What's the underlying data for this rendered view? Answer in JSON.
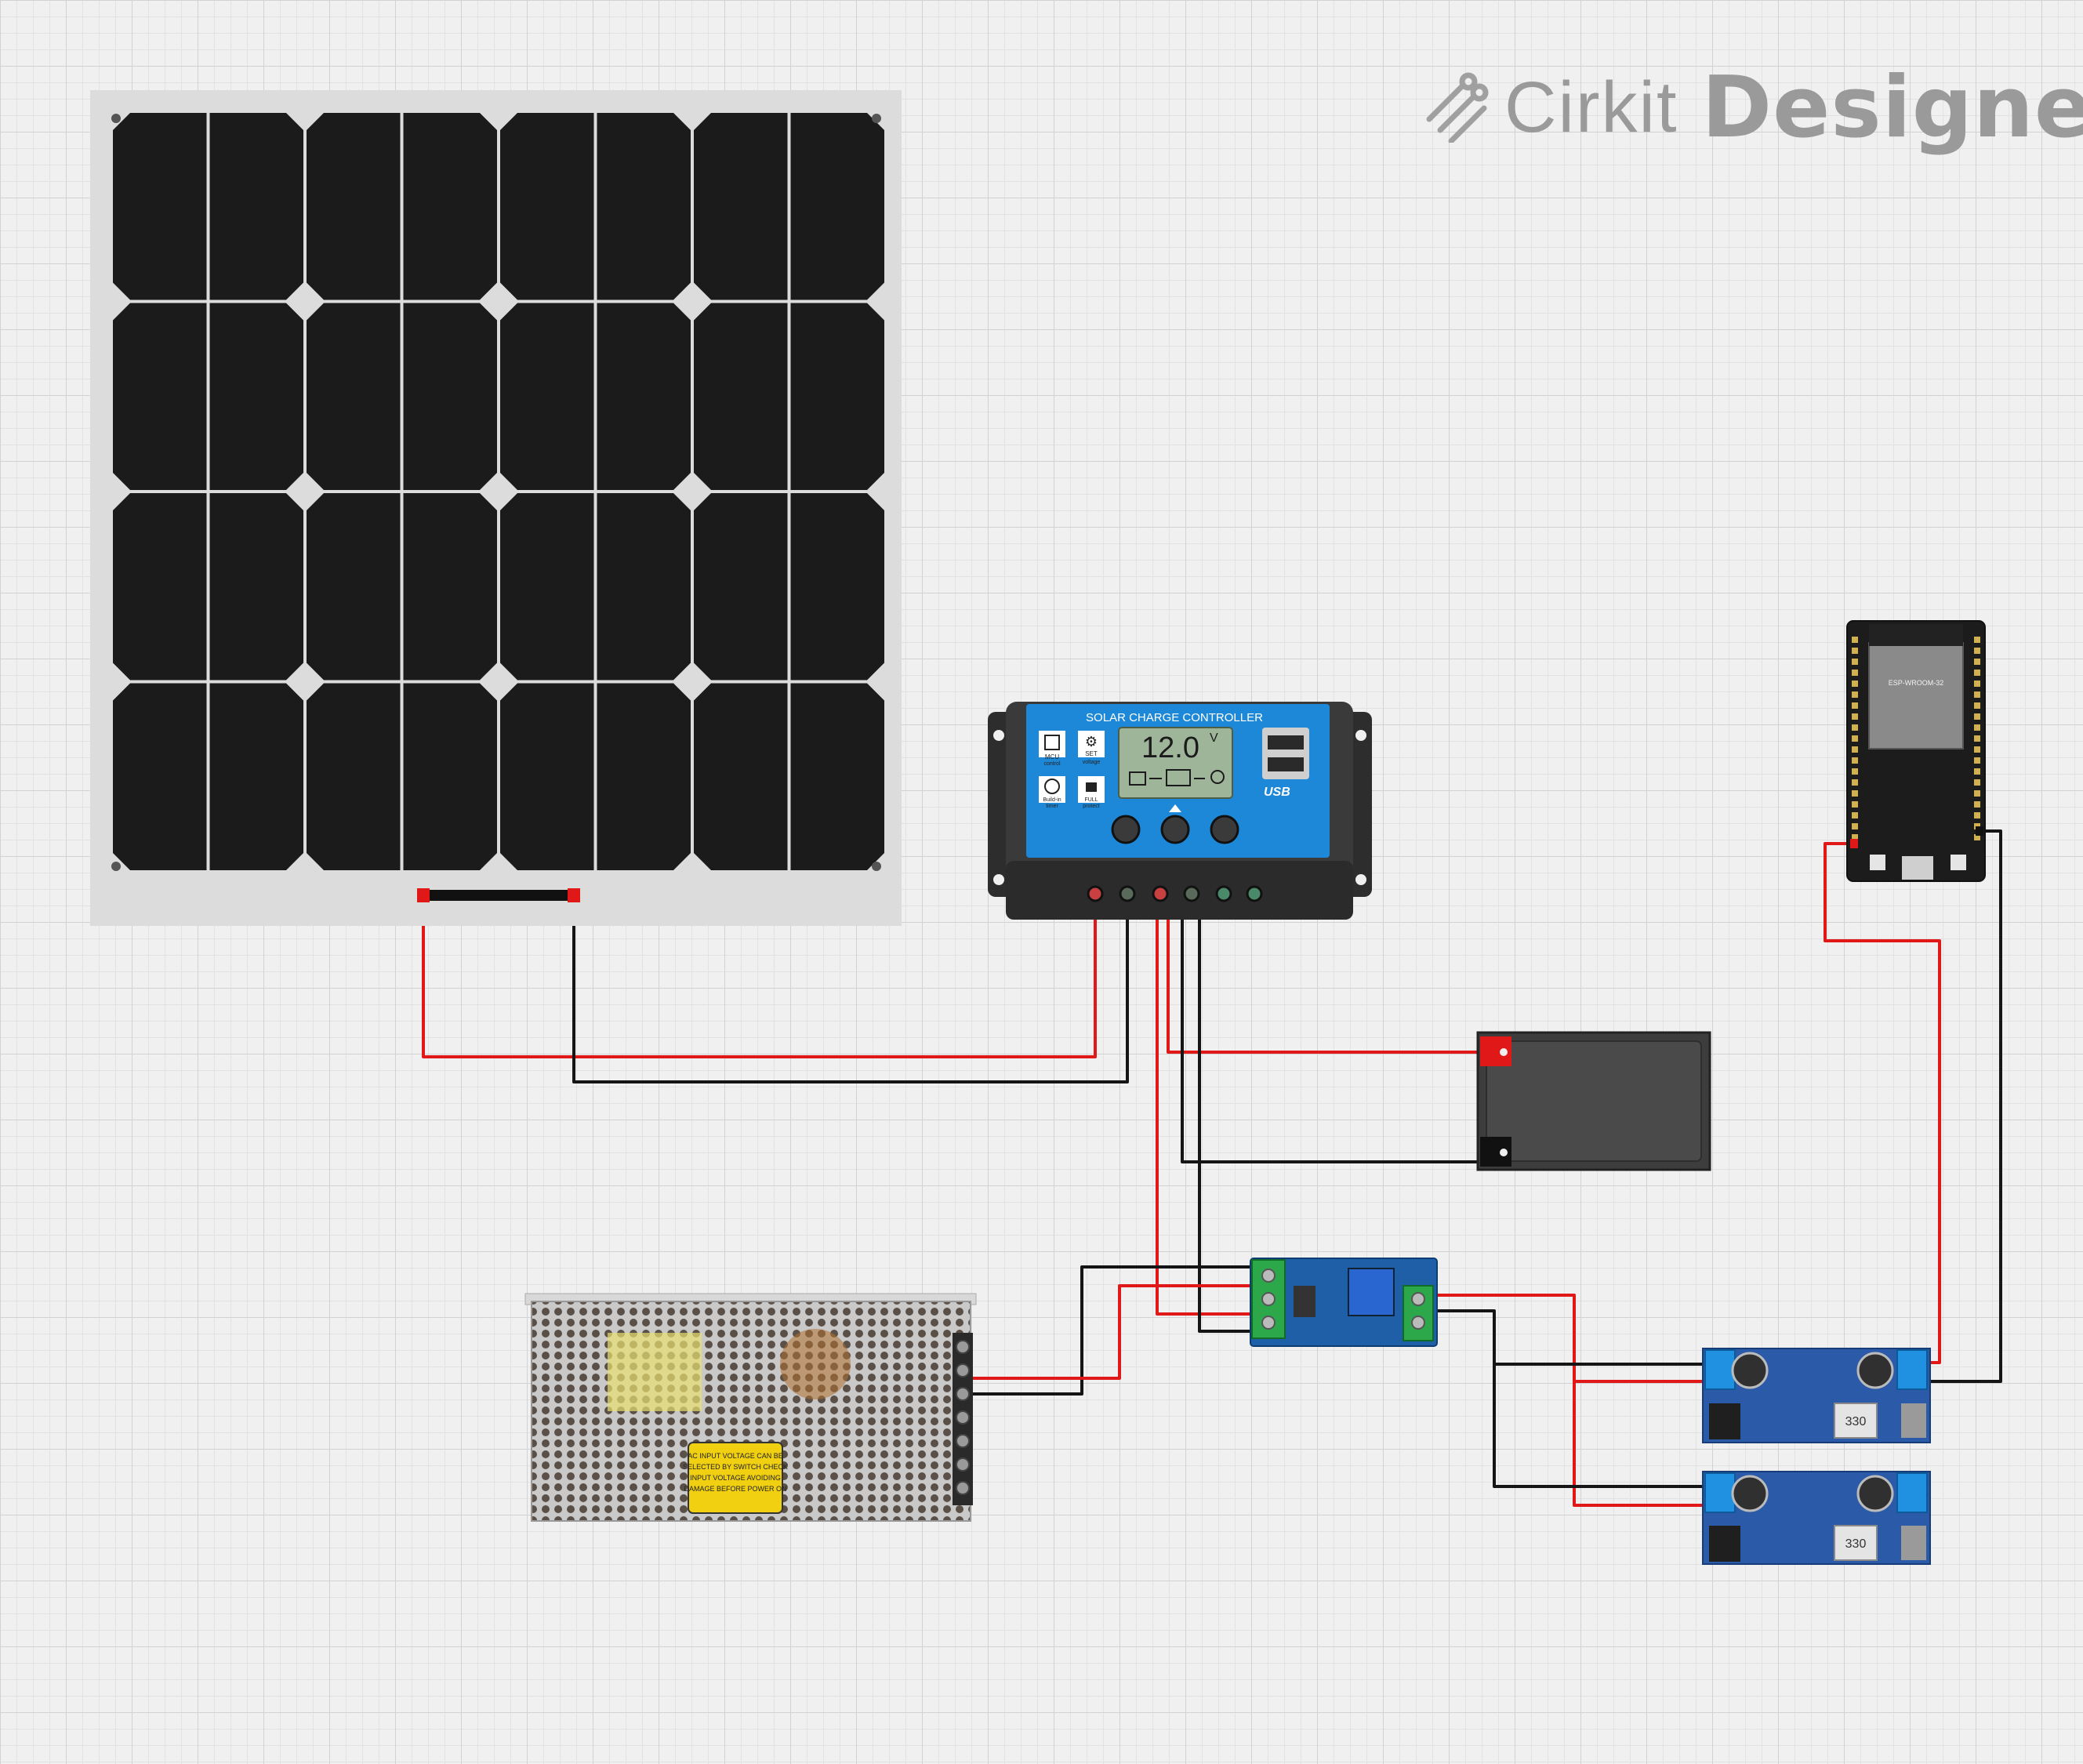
{
  "branding": {
    "name_part1": "Cirkit",
    "name_part2": "Designer",
    "icon": "cirkit-logo-icon"
  },
  "charge_controller": {
    "title": "SOLAR CHARGE CONTROLLER",
    "display_value": "12.0",
    "display_unit": "V",
    "feature_mcu": [
      "MCU",
      "control"
    ],
    "feature_set": [
      "SET",
      "voltage"
    ],
    "feature_timer": [
      "Build-in",
      "timer"
    ],
    "feature_protect": [
      "FULL",
      "protect"
    ],
    "usb_label": "USB"
  },
  "power_supply": {
    "warning_lines": [
      "AC INPUT VOLTAGE CAN BE",
      "SELECTED BY SWITCH CHECK",
      "INPUT VOLTAGE AVOIDING",
      "DAMAGE BEFORE POWER ON"
    ]
  },
  "esp32": {
    "module_label": "ESP-WROOM-32"
  },
  "buck_converter": {
    "inductor_label": "330"
  },
  "wire_colors": {
    "positive": "#e01818",
    "negative": "#151515"
  }
}
